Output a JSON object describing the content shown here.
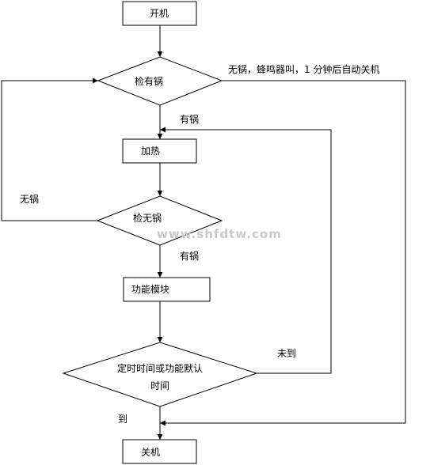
{
  "nodes": {
    "start": "开机",
    "check_pan": "检有锅",
    "heat": "加热",
    "check_no_pan": "检无锅",
    "function_module": "功能模块",
    "timer_check_line1": "定时时间或功能默认",
    "timer_check_line2": "时间",
    "end": "关机"
  },
  "edge_labels": {
    "no_pan_beep": "无锅，蜂鸣器叫，1 分钟后自动关机",
    "has_pan_top": "有锅",
    "no_pan_loop": "无锅",
    "has_pan_bottom": "有锅",
    "not_reached": "未到",
    "reached": "到"
  },
  "watermark": "www.shfdtw.com"
}
